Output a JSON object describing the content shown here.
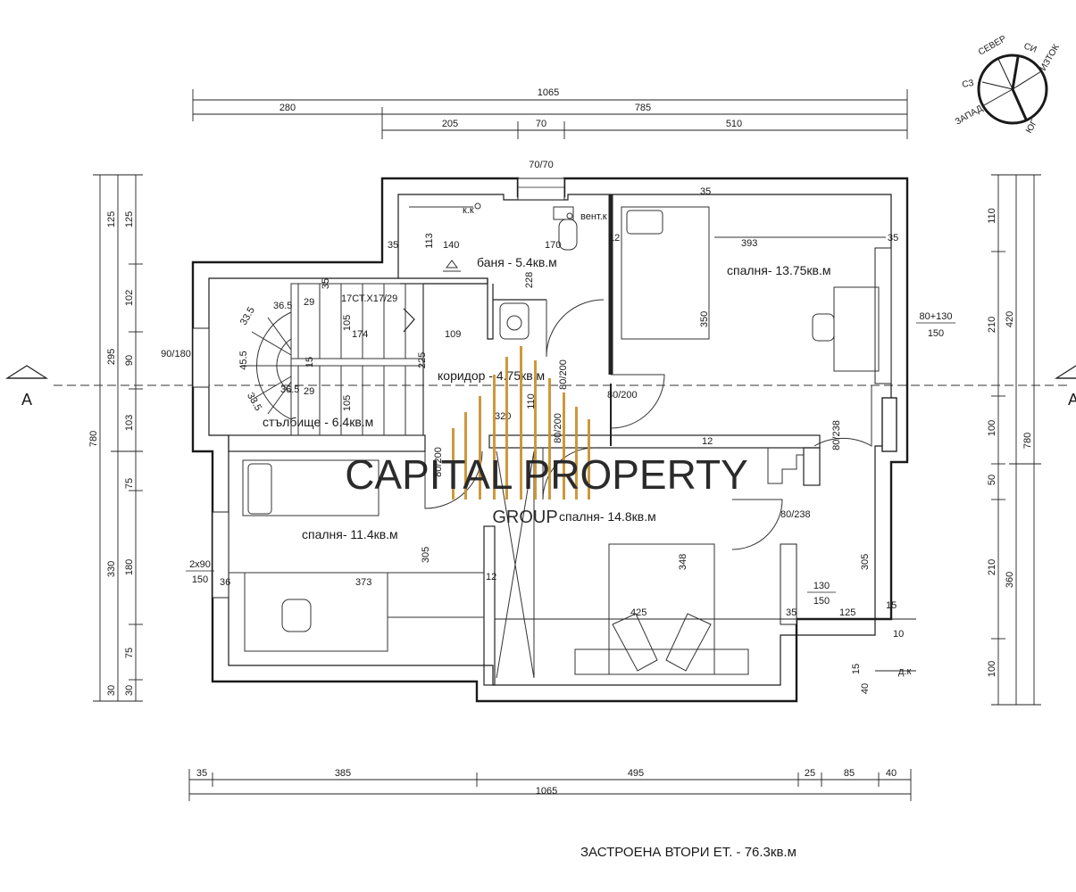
{
  "dimensions": {
    "top_total": "1065",
    "top_left": "280",
    "top_right": "785",
    "top_seg_a": "205",
    "top_seg_b": "70",
    "top_seg_c": "510",
    "window_top": "70/70",
    "bottom_a": "35",
    "bottom_b": "385",
    "bottom_c": "495",
    "bottom_d": "25",
    "bottom_e": "85",
    "bottom_f": "40",
    "bottom_total": "1065",
    "left_total": "780",
    "left_295": "295",
    "left_330": "330",
    "left_125a": "125",
    "left_125b": "125",
    "left_102": "102",
    "left_90": "90",
    "left_103": "103",
    "left_75a": "75",
    "left_180": "180",
    "left_75b": "75",
    "left_30a": "30",
    "left_30b": "30",
    "right_total": "780",
    "right_420": "420",
    "right_360": "360",
    "right_110": "110",
    "right_210a": "210",
    "right_100a": "100",
    "right_50": "50",
    "right_210b": "210",
    "right_100b": "100"
  },
  "labels": {
    "section_left": "A",
    "section_right": "A",
    "window_left_top": "90/180",
    "window_left_bottom_num": "2x90",
    "window_left_bottom_den": "150",
    "window_right_top_num": "80+130",
    "window_right_top_den": "150",
    "window_right_bottom_num": "130",
    "window_right_bottom_den": "150"
  },
  "rooms": {
    "bath": "баня - 5.4кв.м",
    "bedroom1": "спалня- 13.75кв.м",
    "corridor": "коридор - 4.75кв.м",
    "stairs": "стълбище - 6.4кв.м",
    "bedroom2": "спалня- 11.4кв.м",
    "bedroom3": "спалня- 14.8кв.м"
  },
  "interior": {
    "kk": "к.к",
    "vent": "вент.к",
    "stair_spec": "17СТ.Х17/29",
    "d_k": "д.к",
    "n140": "140",
    "n113": "113",
    "n170": "170",
    "n228": "228",
    "n12a": "12",
    "n35a": "35",
    "n35b": "35",
    "n35c": "35",
    "n393": "393",
    "n350": "350",
    "n29a": "29",
    "n29b": "29",
    "n36_5a": "36.5",
    "n36_5b": "36.5",
    "n33_5a": "33.5",
    "n33_5b": "33.5",
    "n45_5": "45.5",
    "n105a": "105",
    "n105b": "105",
    "n174": "174",
    "n109": "109",
    "n15": "15",
    "n225": "225",
    "n110": "110",
    "n320": "320",
    "n12b": "12",
    "n12c": "12",
    "n305a": "305",
    "n305b": "305",
    "n373": "373",
    "n36": "36",
    "n348": "348",
    "n425": "425",
    "n125": "125",
    "n15b": "15",
    "n10": "10",
    "n15c": "15",
    "n40": "40",
    "door_80_200_a": "80/200",
    "door_80_200_b": "80/200",
    "door_80_200_c": "80/200",
    "door_80_200_d": "80/200",
    "door_80_238_a": "80/238",
    "door_80_238_b": "80/238"
  },
  "compass": {
    "north": "СЕВЕР",
    "ne": "СИ",
    "east": "ИЗТОК",
    "nw": "СЗ",
    "west": "ЗАПАД",
    "south": "ЮГ"
  },
  "watermark": {
    "line1": "CAPITAL PROPERTY",
    "line2": "GROUP",
    "color": "#c9912c"
  },
  "footer": {
    "title": "ЗАСТРОЕНА ВТОРИ ЕТ. - 76.3кв.м"
  }
}
